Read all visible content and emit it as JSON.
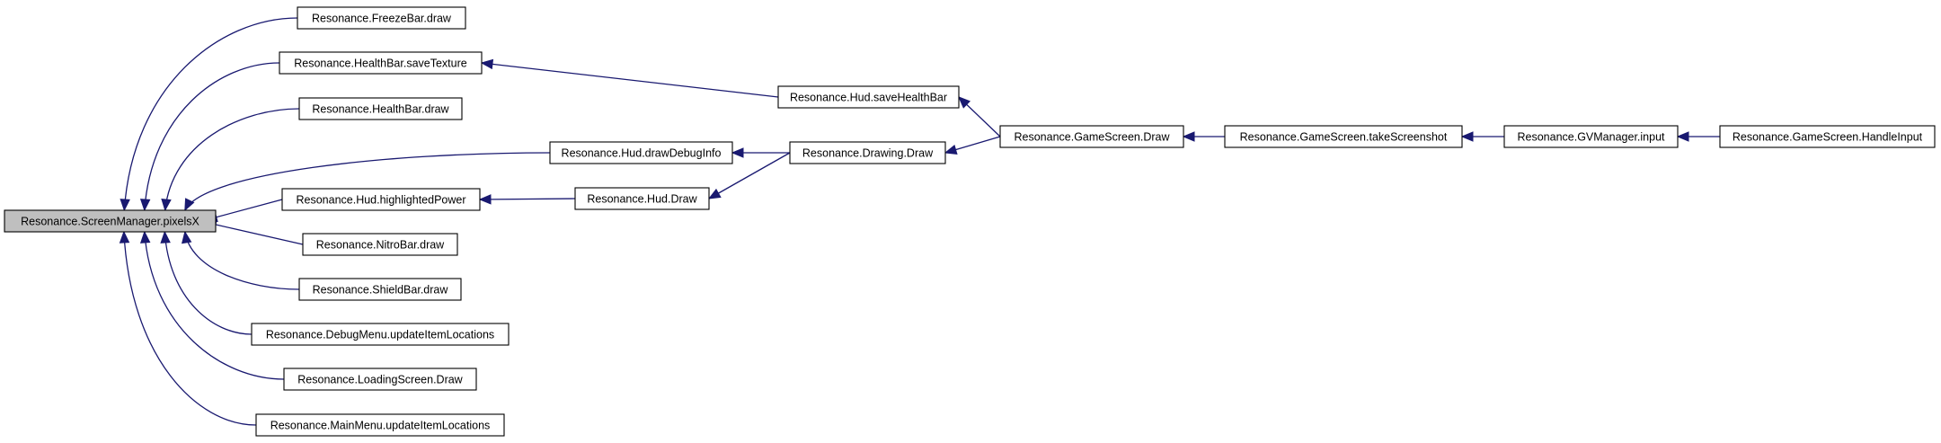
{
  "colors": {
    "node_fill": "#ffffff",
    "root_fill": "#bfbfbf",
    "node_border": "#000000",
    "edge": "#191970"
  },
  "nodes": [
    {
      "id": "pixelsX",
      "label": "Resonance.ScreenManager.pixelsX",
      "root": true
    },
    {
      "id": "freezeDraw",
      "label": "Resonance.FreezeBar.draw"
    },
    {
      "id": "healthSave",
      "label": "Resonance.HealthBar.saveTexture"
    },
    {
      "id": "healthDraw",
      "label": "Resonance.HealthBar.draw"
    },
    {
      "id": "hudHighlighted",
      "label": "Resonance.Hud.highlightedPower"
    },
    {
      "id": "nitroDraw",
      "label": "Resonance.NitroBar.draw"
    },
    {
      "id": "shieldDraw",
      "label": "Resonance.ShieldBar.draw"
    },
    {
      "id": "debugMenu",
      "label": "Resonance.DebugMenu.updateItemLocations"
    },
    {
      "id": "loadingDraw",
      "label": "Resonance.LoadingScreen.Draw"
    },
    {
      "id": "mainMenu",
      "label": "Resonance.MainMenu.updateItemLocations"
    },
    {
      "id": "hudDebug",
      "label": "Resonance.Hud.drawDebugInfo"
    },
    {
      "id": "hudDraw",
      "label": "Resonance.Hud.Draw"
    },
    {
      "id": "hudSaveHealth",
      "label": "Resonance.Hud.saveHealthBar"
    },
    {
      "id": "drawingDraw",
      "label": "Resonance.Drawing.Draw"
    },
    {
      "id": "gameDraw",
      "label": "Resonance.GameScreen.Draw"
    },
    {
      "id": "takeShot",
      "label": "Resonance.GameScreen.takeScreenshot"
    },
    {
      "id": "gvInput",
      "label": "Resonance.GVManager.input"
    },
    {
      "id": "handleInput",
      "label": "Resonance.GameScreen.HandleInput"
    }
  ],
  "edges": [
    {
      "from": "freezeDraw",
      "to": "pixelsX"
    },
    {
      "from": "healthSave",
      "to": "pixelsX"
    },
    {
      "from": "healthDraw",
      "to": "pixelsX"
    },
    {
      "from": "hudDebug",
      "to": "pixelsX"
    },
    {
      "from": "hudHighlighted",
      "to": "pixelsX"
    },
    {
      "from": "nitroDraw",
      "to": "pixelsX"
    },
    {
      "from": "shieldDraw",
      "to": "pixelsX"
    },
    {
      "from": "debugMenu",
      "to": "pixelsX"
    },
    {
      "from": "loadingDraw",
      "to": "pixelsX"
    },
    {
      "from": "mainMenu",
      "to": "pixelsX"
    },
    {
      "from": "hudSaveHealth",
      "to": "healthSave"
    },
    {
      "from": "drawingDraw",
      "to": "hudDebug"
    },
    {
      "from": "hudDraw",
      "to": "hudHighlighted"
    },
    {
      "from": "drawingDraw",
      "to": "hudDraw"
    },
    {
      "from": "gameDraw",
      "to": "hudSaveHealth"
    },
    {
      "from": "gameDraw",
      "to": "drawingDraw"
    },
    {
      "from": "takeShot",
      "to": "gameDraw"
    },
    {
      "from": "gvInput",
      "to": "takeShot"
    },
    {
      "from": "handleInput",
      "to": "gvInput"
    }
  ]
}
